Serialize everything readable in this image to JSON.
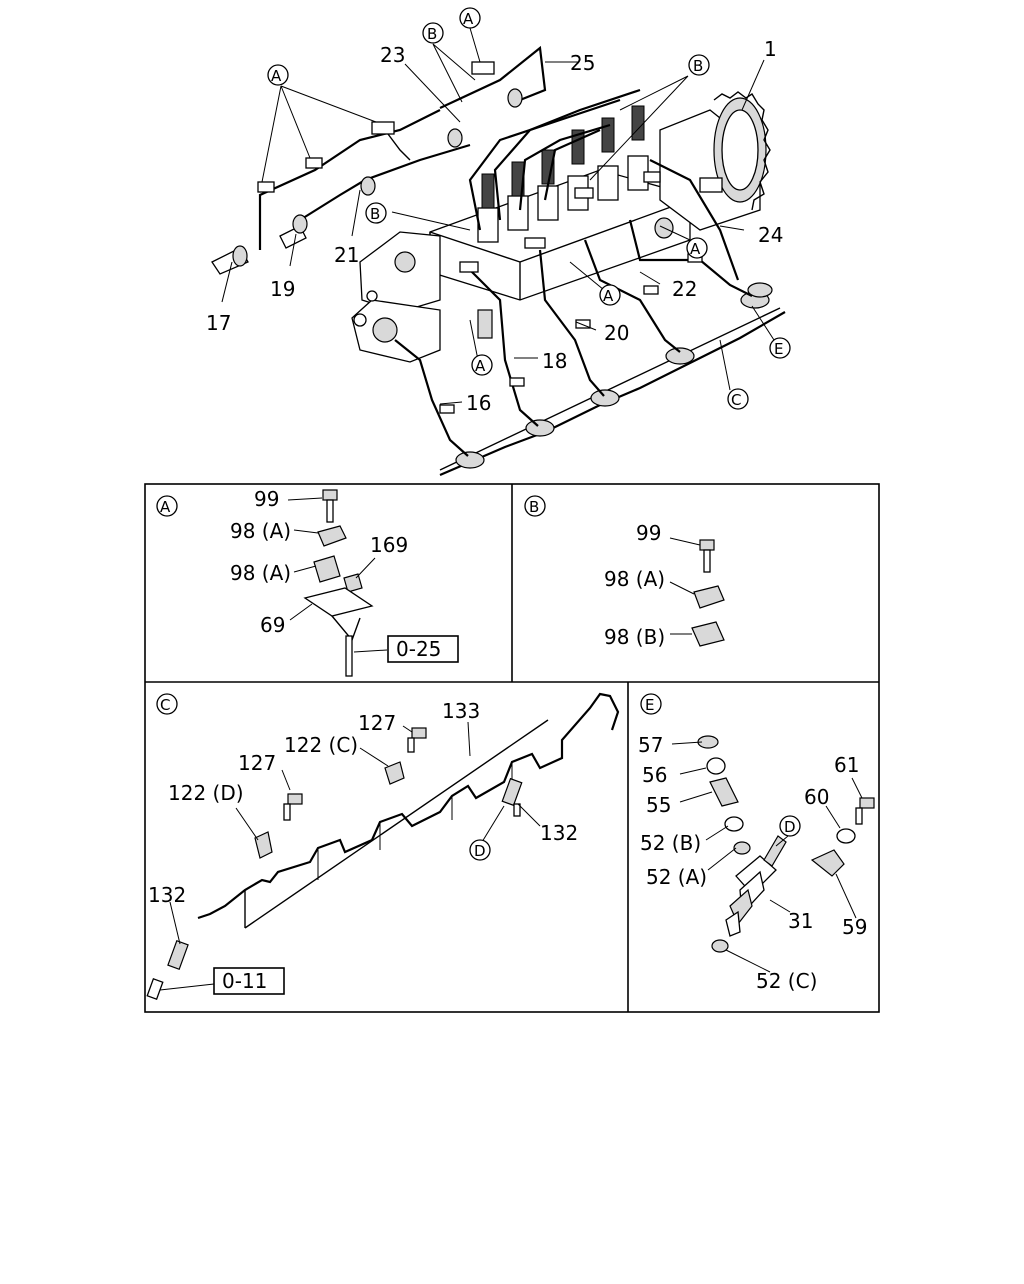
{
  "main": {
    "callouts": {
      "c1": "1",
      "c16": "16",
      "c17": "17",
      "c18": "18",
      "c19": "19",
      "c20": "20",
      "c21": "21",
      "c22": "22",
      "c23": "23",
      "c24": "24",
      "c25": "25"
    },
    "refs": {
      "a": "A",
      "b": "B",
      "c": "C",
      "e": "E"
    }
  },
  "panel_a": {
    "tag": "A",
    "labels": {
      "p99": "99",
      "p98a_1": "98 (A)",
      "p98a_2": "98 (A)",
      "p169": "169",
      "p69": "69"
    },
    "ref_box": "0-25"
  },
  "panel_b": {
    "tag": "B",
    "labels": {
      "p99": "99",
      "p98a": "98 (A)",
      "p98b": "98 (B)"
    }
  },
  "panel_c": {
    "tag": "C",
    "labels": {
      "p133": "133",
      "p127_1": "127",
      "p122c": "122 (C)",
      "p127_2": "127",
      "p122d": "122 (D)",
      "p132_1": "132",
      "p132_2": "132"
    },
    "ref_d": "D",
    "ref_box": "0-11"
  },
  "panel_e": {
    "tag": "E",
    "labels": {
      "p57": "57",
      "p56": "56",
      "p55": "55",
      "p52b": "52 (B)",
      "p52a": "52 (A)",
      "p31": "31",
      "p52c": "52 (C)",
      "p61": "61",
      "p60": "60",
      "p59": "59"
    },
    "ref_d": "D"
  }
}
